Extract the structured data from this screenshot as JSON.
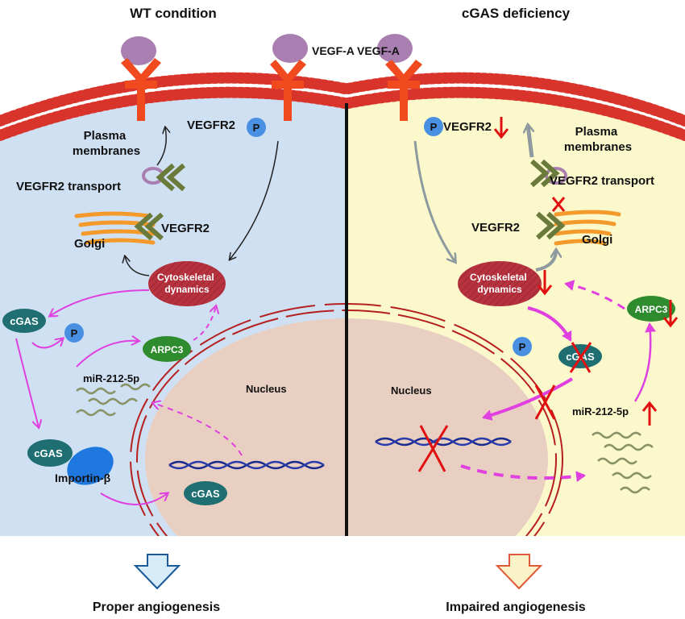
{
  "panels": {
    "left": {
      "title": "WT condition",
      "outcome": "Proper angiogenesis",
      "labels": {
        "vegfr2_top": "VEGFR2",
        "plasma_membranes": "Plasma membranes",
        "vegfr2_transport": "VEGFR2 transport",
        "vegfr2_golgi": "VEGFR2",
        "golgi": "Golgi",
        "cytoskeletal": "Cytoskeletal dynamics",
        "cgas": "cGAS",
        "p": "P",
        "arpc3": "ARPC3",
        "mir": "miR-212-5p",
        "cgas_complex": "cGAS",
        "importin": "Importin-β",
        "nucleus": "Nucleus",
        "cgas_nuclear": "cGAS"
      }
    },
    "right": {
      "title": "cGAS deficiency",
      "outcome": "Impaired angiogenesis",
      "labels": {
        "vegfa": "VEGF-A",
        "vegfr2_top": "VEGFR2",
        "plasma_membranes": "Plasma membranes",
        "vegfr2_transport": "VEGFR2 transport",
        "vegfr2_golgi": "VEGFR2",
        "golgi": "Golgi",
        "cytoskeletal": "Cytoskeletal dynamics",
        "arpc3": "ARPC3",
        "p": "P",
        "cgas": "cGAS",
        "nucleus": "Nucleus",
        "mir": "miR-212-5p"
      }
    },
    "center_vegfa": "VEGF-A",
    "center_p": "P"
  },
  "colors": {
    "left_cytoplasm": "#cfe0f2",
    "right_cytoplasm": "#fbf8cc",
    "membrane": "#d9342b",
    "receptor": "#f04a1e",
    "nucleus": "#e8cfc2",
    "nuclear_envelope": "#b52020",
    "cgas": "#1f6f72",
    "arpc3": "#2e8b2e",
    "cytoskeletal": "#b5323e",
    "importin": "#1e78e0",
    "p_circle": "#4a90e2",
    "magenta_arrow": "#e040e0",
    "grey_arrow": "#8f9aa0",
    "down_arrow_red": "#e01010",
    "outcome_left": "#d6ecf8",
    "outcome_right": "#fbf3c8"
  }
}
